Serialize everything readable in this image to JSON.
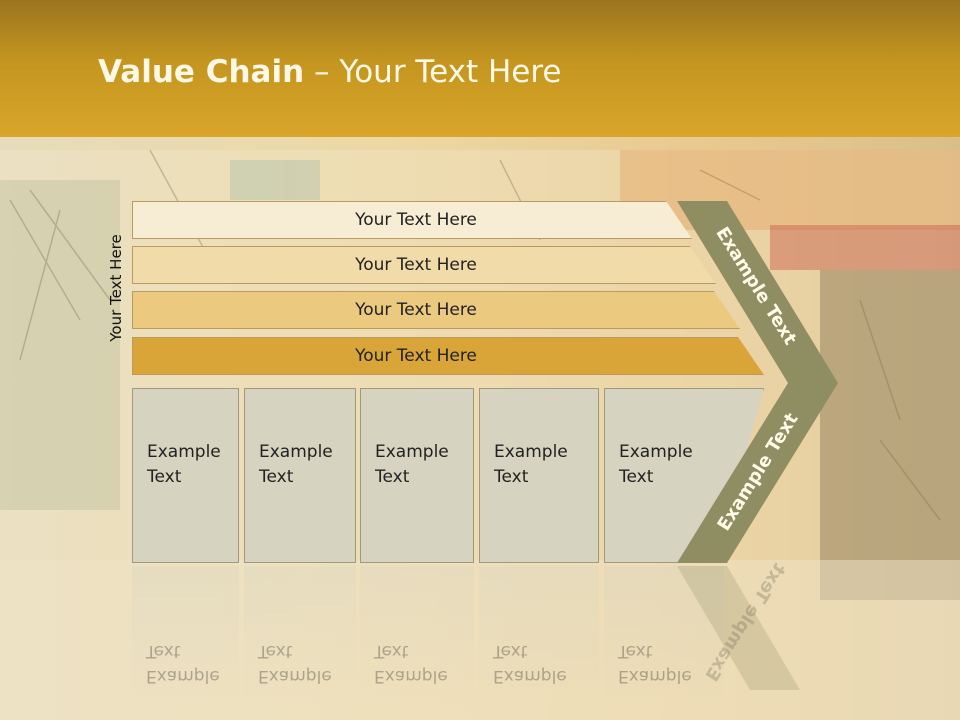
{
  "slide": {
    "title_bold": "Value Chain",
    "title_rest": " – Your Text Here",
    "vertical_label": "Your Text Here",
    "bars": [
      {
        "label": "Your Text Here",
        "color": "#f7ecd4"
      },
      {
        "label": "Your Text Here",
        "color": "#f1dba8"
      },
      {
        "label": "Your Text Here",
        "color": "#ebca80"
      },
      {
        "label": "Your Text Here",
        "color": "#d9a538"
      }
    ],
    "boxes": [
      {
        "label": "Example\nText"
      },
      {
        "label": "Example\nText"
      },
      {
        "label": "Example\nText"
      },
      {
        "label": "Example\nText"
      },
      {
        "label": "Example\nText"
      }
    ],
    "arrow": {
      "upper_label": "Example Text",
      "lower_label": "Example Text",
      "color": "#8f8d62"
    }
  }
}
